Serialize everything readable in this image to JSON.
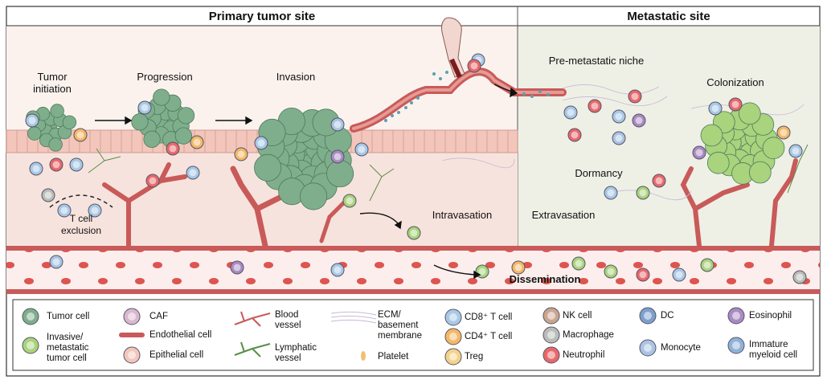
{
  "headers": {
    "primary": "Primary tumor site",
    "metastatic": "Metastatic site"
  },
  "stages": {
    "tumor_initiation": "Tumor initiation",
    "t_cell_exclusion": "T cell exclusion",
    "progression": "Progression",
    "invasion": "Invasion",
    "pre_metastatic_niche": "Pre-metastatic niche",
    "colonization": "Colonization",
    "dormancy": "Dormancy",
    "intravasation": "Intravasation",
    "extravasation": "Extravasation",
    "dissemination": "Dissemination"
  },
  "legend": {
    "tumor_cell": "Tumor cell",
    "invasive_tumor_cell": "Invasive/ metastatic tumor cell",
    "caf": "CAF",
    "endothelial_cell": "Endothelial cell",
    "epithelial_cell": "Epithelial cell",
    "blood_vessel": "Blood vessel",
    "lymphatic_vessel": "Lymphatic vessel",
    "ecm": "ECM/ basement membrane",
    "platelet": "Platelet",
    "cd8_t_cell": "CD8⁺ T cell",
    "cd4_t_cell": "CD4⁺ T cell",
    "treg": "Treg",
    "nk_cell": "NK cell",
    "macrophage": "Macrophage",
    "neutrophil": "Neutrophil",
    "dc": "DC",
    "monocyte": "Monocyte",
    "eosinophil": "Eosinophil",
    "immature_myeloid_cell": "Immature myeloid cell"
  },
  "colors": {
    "tumor": "#7fae8c",
    "invasive_tumor": "#a9d37c",
    "vessel": "#c95a5a",
    "tissue": "#f7e3dd",
    "epithelium": "#f2c6bb",
    "metastatic_bg": "#eef0e6",
    "cd8": "#a9c8e6",
    "cd4": "#f4b866",
    "neutrophil": "#e8686b",
    "eosinophil": "#a98ac2",
    "monocyte": "#aac4e2",
    "macrophage": "#b9bcb9"
  }
}
